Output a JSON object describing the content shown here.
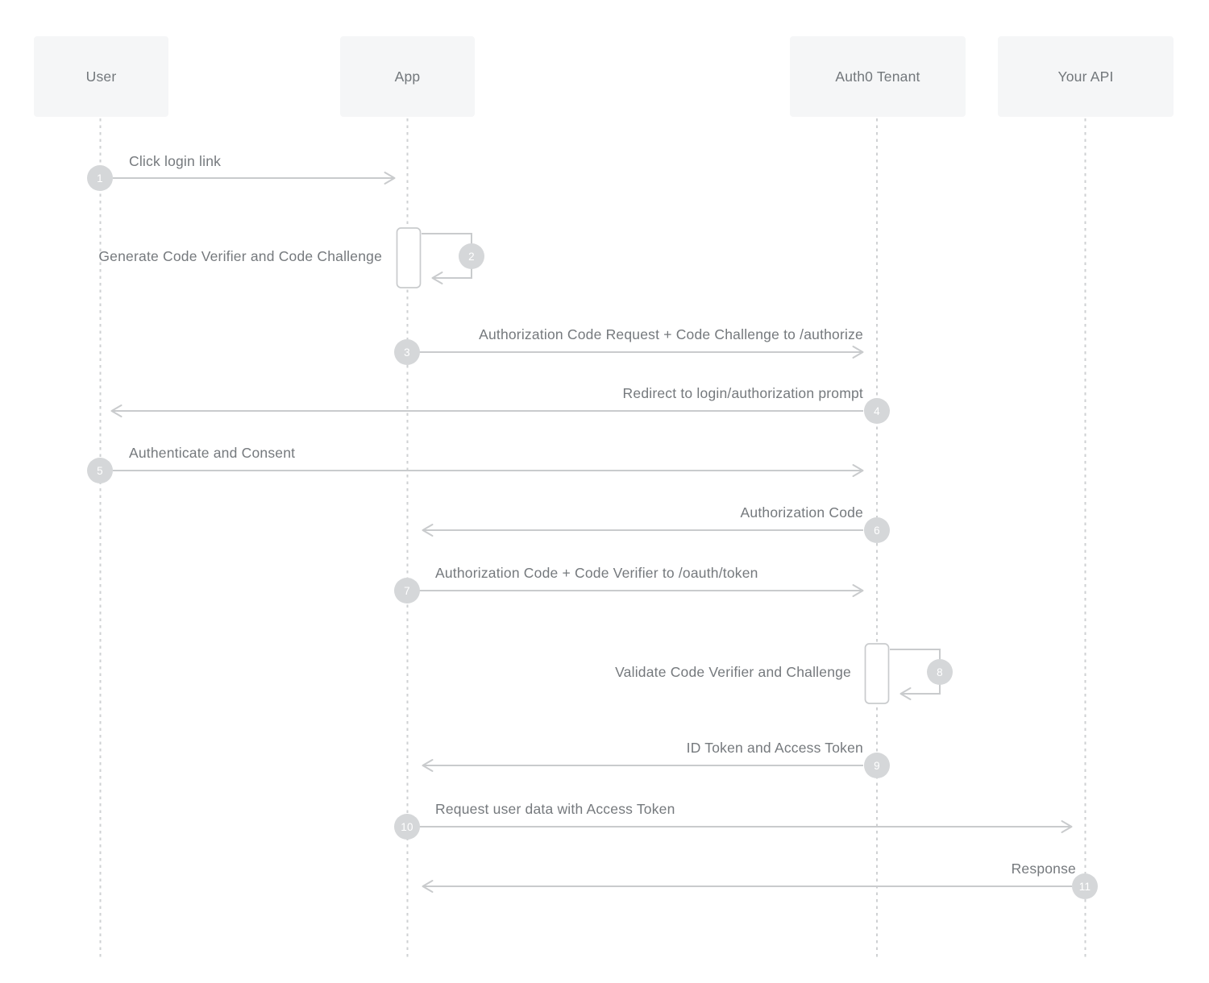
{
  "diagram": {
    "type": "sequence-diagram",
    "actors": [
      {
        "id": "user",
        "label": "User"
      },
      {
        "id": "app",
        "label": "App"
      },
      {
        "id": "auth0-tenant",
        "label": "Auth0 Tenant"
      },
      {
        "id": "your-api",
        "label": "Your API"
      }
    ],
    "messages": [
      {
        "step": "1",
        "from": "User",
        "to": "App",
        "kind": "message",
        "label": "Click login link"
      },
      {
        "step": "2",
        "from": "App",
        "to": "App",
        "kind": "self-message",
        "label": "Generate Code Verifier and Code Challenge"
      },
      {
        "step": "3",
        "from": "App",
        "to": "Auth0 Tenant",
        "kind": "message",
        "label": "Authorization Code Request + Code Challenge to /authorize"
      },
      {
        "step": "4",
        "from": "Auth0 Tenant",
        "to": "User",
        "kind": "message",
        "label": "Redirect to login/authorization prompt"
      },
      {
        "step": "5",
        "from": "User",
        "to": "Auth0 Tenant",
        "kind": "message",
        "label": "Authenticate and Consent"
      },
      {
        "step": "6",
        "from": "Auth0 Tenant",
        "to": "App",
        "kind": "message",
        "label": "Authorization Code"
      },
      {
        "step": "7",
        "from": "App",
        "to": "Auth0 Tenant",
        "kind": "message",
        "label": "Authorization Code + Code Verifier to /oauth/token"
      },
      {
        "step": "8",
        "from": "Auth0 Tenant",
        "to": "Auth0 Tenant",
        "kind": "self-message",
        "label": "Validate Code Verifier and Challenge"
      },
      {
        "step": "9",
        "from": "Auth0 Tenant",
        "to": "App",
        "kind": "message",
        "label": "ID Token and Access Token"
      },
      {
        "step": "10",
        "from": "App",
        "to": "Your API",
        "kind": "message",
        "label": "Request user data with Access Token"
      },
      {
        "step": "11",
        "from": "Your API",
        "to": "App",
        "kind": "message",
        "label": "Response"
      }
    ],
    "colors": {
      "actor_box_bg": "#f5f6f7",
      "actor_text": "#72777b",
      "label_text": "#75797d",
      "arrow_line": "#c9cbcd",
      "lifeline": "#cfd1d3",
      "badge_bg": "#d5d7d9",
      "badge_text": "#ffffff",
      "activation_fill": "#ffffff"
    }
  }
}
